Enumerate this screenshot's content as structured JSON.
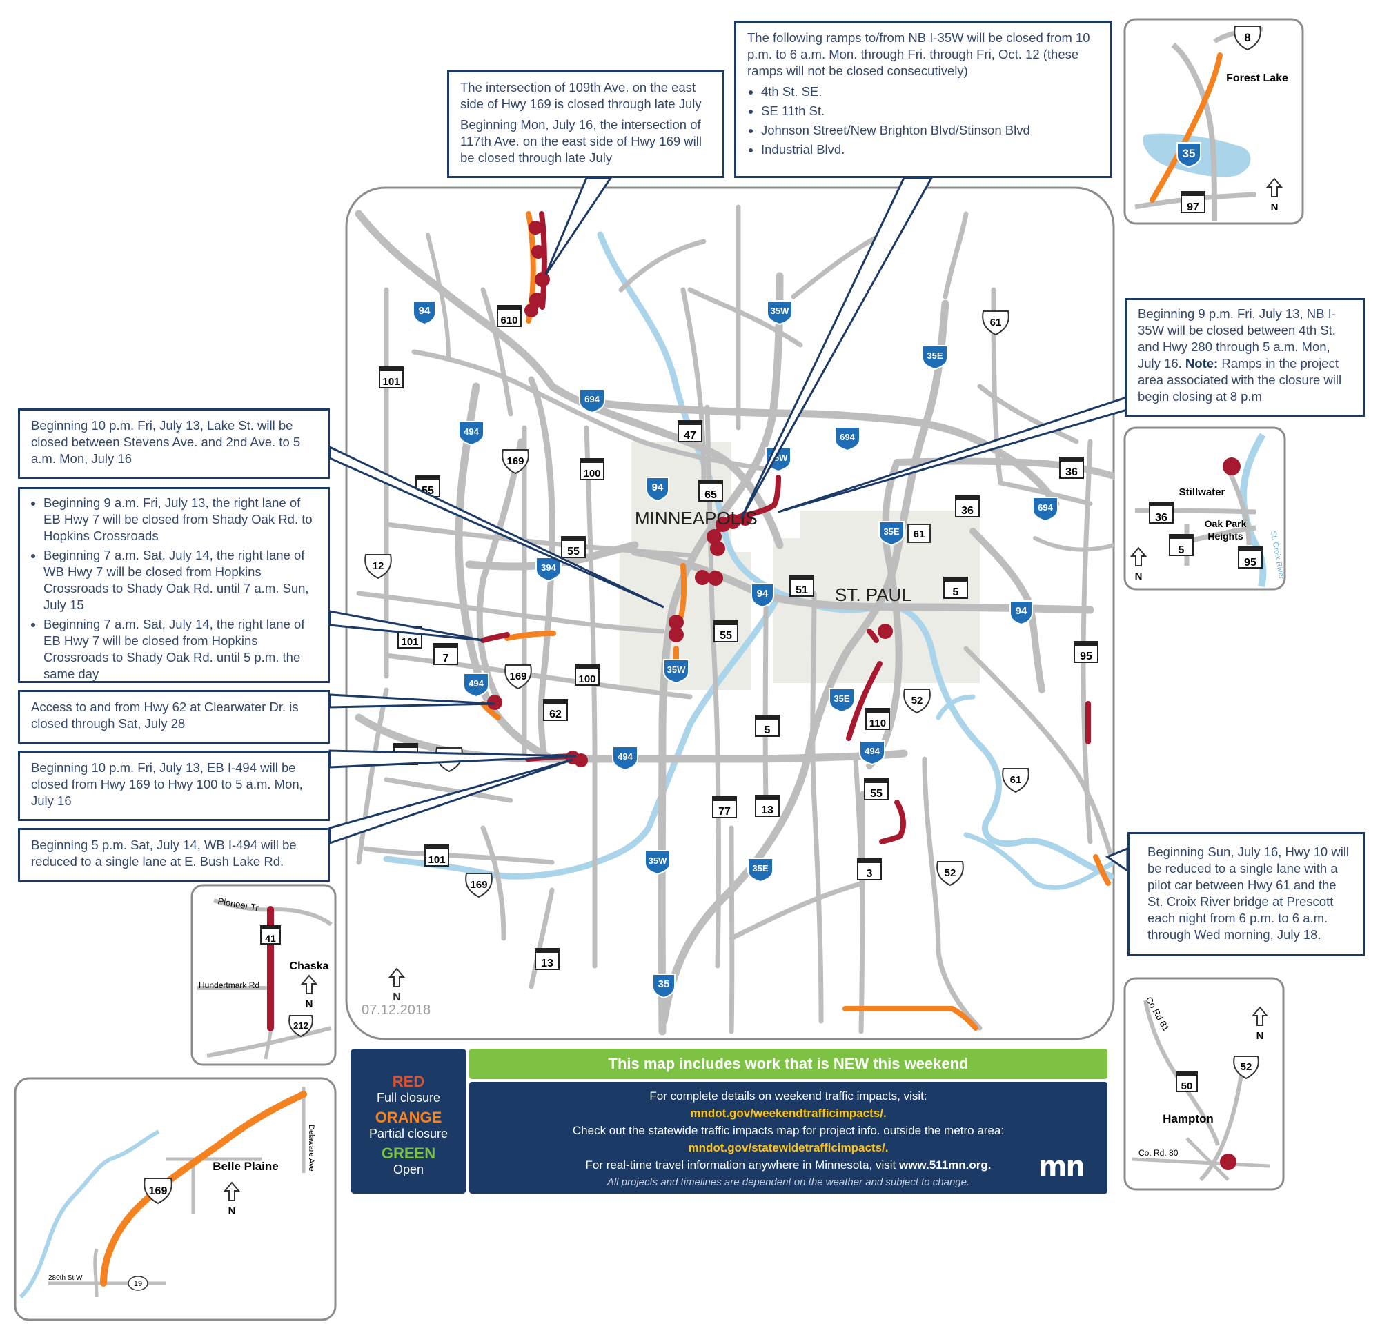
{
  "title_date": "07.12.2018",
  "city_labels": {
    "minneapolis": "MINNEAPOLIS",
    "st_paul": "ST. PAUL"
  },
  "colors": {
    "red": "#a6192e",
    "orange": "#f58220",
    "green": "#7dc242",
    "navy": "#1c3a66",
    "road": "#bdbdbd",
    "water": "#a9d4ea"
  },
  "callouts": {
    "hwy169": {
      "p1": "The intersection of 109th Ave. on the east side of Hwy 169 is closed through late July",
      "p2": "Beginning Mon, July 16, the intersection of 117th Ave. on the east side of Hwy 169 will be closed through late July"
    },
    "ramps35w": {
      "intro": "The following ramps to/from NB I-35W will be closed from 10 p.m. to 6 a.m. Mon. through Fri. through Fri, Oct. 12 (these ramps will not be closed consecutively)",
      "items": [
        "4th St. SE.",
        "SE 11th St.",
        "Johnson Street/New Brighton Blvd/Stinson Blvd",
        "Industrial Blvd."
      ]
    },
    "nb35w": {
      "text": "Beginning 9 p.m. Fri, July 13, NB I-35W will be closed between 4th St. and Hwy 280 through 5 a.m. Mon, July 16.",
      "note_label": "Note:",
      "note": "Ramps in the project area associated with the closure will begin closing at 8 p.m"
    },
    "lakest": {
      "text": "Beginning 10 p.m. Fri, July 13, Lake St. will be closed between Stevens Ave. and 2nd Ave. to 5 a.m. Mon, July 16"
    },
    "hwy7": {
      "items": [
        "Beginning 9 a.m. Fri, July 13, the right lane of EB Hwy 7 will be closed from Shady Oak Rd. to Hopkins Crossroads",
        "Beginning 7 a.m. Sat, July 14, the right lane of WB Hwy 7 will be closed from Hopkins Crossroads to Shady Oak Rd. until 7 a.m. Sun, July 15",
        "Beginning 7 a.m. Sat, July 14, the right lane of EB Hwy 7 will be closed from Hopkins Crossroads to Shady Oak Rd. until 5 p.m. the same day"
      ]
    },
    "hwy62": {
      "text": "Access to and from Hwy 62 at Clearwater Dr. is closed through Sat, July 28"
    },
    "eb494": {
      "text": "Beginning 10 p.m. Fri, July 13, EB I-494 will be closed from Hwy 169 to Hwy 100 to 5 a.m. Mon, July 16"
    },
    "wb494": {
      "text": "Beginning 5 p.m. Sat, July 14, WB I-494 will be reduced to a single lane at E. Bush Lake Rd."
    },
    "hwy10": {
      "text": "Beginning Sun, July 16, Hwy 10 will be reduced to a single lane with a pilot car between Hwy 61 and the St. Croix River bridge at Prescott each night from 6 p.m. to 6 a.m. through Wed morning, July 18."
    }
  },
  "legend": {
    "red_label": "RED",
    "red_desc": "Full closure",
    "orange_label": "ORANGE",
    "orange_desc": "Partial closure",
    "green_label": "GREEN",
    "green_desc": "Open"
  },
  "banner": "This map includes work that is NEW this weekend",
  "info": {
    "line1": "For complete details on weekend traffic impacts, visit:",
    "link1": "mndot.gov/weekendtrafficimpacts/.",
    "line2": "Check out the statewide traffic impacts map for project info. outside the metro area:",
    "link2": "mndot.gov/statewidetrafficimpacts/.",
    "line3_prefix": "For real-time travel information anywhere in Minnesota, visit",
    "line3_link": "www.511mn.org.",
    "disclaimer": "All projects and timelines are dependent on the weather and subject to change.",
    "logo": "mn"
  },
  "insets": {
    "forest_lake": {
      "place": "Forest Lake",
      "shields": [
        "8",
        "35",
        "97"
      ]
    },
    "stillwater": {
      "place1": "Stillwater",
      "place2": "Oak Park Heights",
      "river": "St. Croix River",
      "shields": [
        "36",
        "5",
        "95"
      ]
    },
    "chaska": {
      "place": "Chaska",
      "roads": [
        "Pioneer Tr",
        "Hundertmark Rd"
      ],
      "shields": [
        "41",
        "212"
      ]
    },
    "hampton": {
      "place": "Hampton",
      "roads": [
        "Co Rd 81",
        "Co. Rd. 80"
      ],
      "shields": [
        "50",
        "52"
      ]
    },
    "belle_plaine": {
      "place": "Belle Plaine",
      "roads": [
        "280th St W",
        "Delaware Ave"
      ],
      "shields": [
        "169",
        "19"
      ]
    }
  },
  "north_label": "N",
  "shields": {
    "interstate": [
      "94",
      "35W",
      "35E",
      "694",
      "494",
      "94",
      "94",
      "394",
      "35W",
      "94",
      "35E",
      "494",
      "494",
      "35W",
      "35E",
      "35",
      "694"
    ],
    "us": [
      "169",
      "169",
      "169",
      "169",
      "12",
      "212",
      "61",
      "61",
      "52",
      "52"
    ],
    "state": [
      "610",
      "101",
      "55",
      "100",
      "47",
      "65",
      "55",
      "55",
      "101",
      "7",
      "62",
      "100",
      "5",
      "5",
      "51",
      "5",
      "110",
      "55",
      "77",
      "13",
      "3",
      "101",
      "13",
      "36",
      "36",
      "95",
      "36"
    ]
  }
}
